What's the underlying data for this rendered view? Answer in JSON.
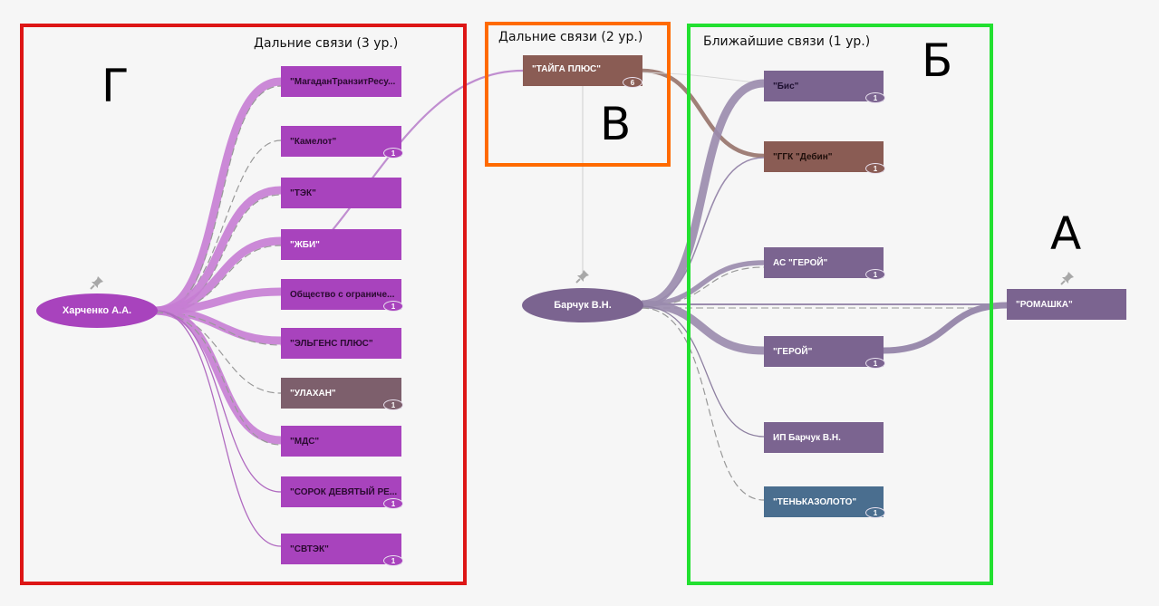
{
  "colors": {
    "purple_node": "#a843bd",
    "purple_link": "#c77dd4",
    "mauve_node": "#7b6490",
    "mauve_link": "#9a8bad",
    "brown_node": "#8a5c54",
    "brown_link": "#a08078",
    "grey_brown_node": "#7d5f6c",
    "blue_node": "#4a6e8f",
    "frame_red": "#dd1616",
    "frame_orange": "#ff6a00",
    "frame_green": "#22e030"
  },
  "sections": {
    "far3": {
      "title": "Дальние связи (3 ур.)",
      "letter": "Г"
    },
    "far2": {
      "title": "Дальние связи (2 ур.)",
      "letter": "В"
    },
    "near1": {
      "title": "Ближайшие связи (1 ур.)",
      "letter": "Б"
    },
    "target": {
      "letter": "А"
    }
  },
  "persons": {
    "kharchenko": {
      "name": "Харченко А.А.",
      "icon": "pin-icon"
    },
    "barchuk": {
      "name": "Барчук В.Н.",
      "icon": "pin-icon"
    }
  },
  "taiga": {
    "label": "\"ТАЙГА ПЛЮС\"",
    "badge": "6"
  },
  "romashka": {
    "label": "\"РОМАШКА\"",
    "icon": "pin-icon"
  },
  "left_nodes": [
    {
      "label": "\"МагаданТранзитРесу...",
      "badge": ""
    },
    {
      "label": "\"Камелот\"",
      "badge": "1"
    },
    {
      "label": "\"ТЭК\"",
      "badge": ""
    },
    {
      "label": "\"ЖБИ\"",
      "badge": ""
    },
    {
      "label": "Общество с ограниче...",
      "badge": "1"
    },
    {
      "label": "\"ЭЛЬГЕНС ПЛЮС\"",
      "badge": ""
    },
    {
      "label": "\"УЛАХАН\"",
      "badge": "1"
    },
    {
      "label": "\"МДС\"",
      "badge": ""
    },
    {
      "label": "\"СОРОК ДЕВЯТЫЙ РЕ...",
      "badge": "1"
    },
    {
      "label": "\"СВТЭК\"",
      "badge": "1"
    }
  ],
  "right_nodes": [
    {
      "label": "\"Бис\"",
      "badge": "1"
    },
    {
      "label": "\"ГГК \"Дебин\"",
      "badge": "1"
    },
    {
      "label": "АС \"ГЕРОЙ\"",
      "badge": "1"
    },
    {
      "label": "\"ГЕРОЙ\"",
      "badge": "1"
    },
    {
      "label": "ИП Барчук В.Н.",
      "badge": ""
    },
    {
      "label": "\"ТЕНЬКАЗОЛОТО\"",
      "badge": "1"
    }
  ]
}
